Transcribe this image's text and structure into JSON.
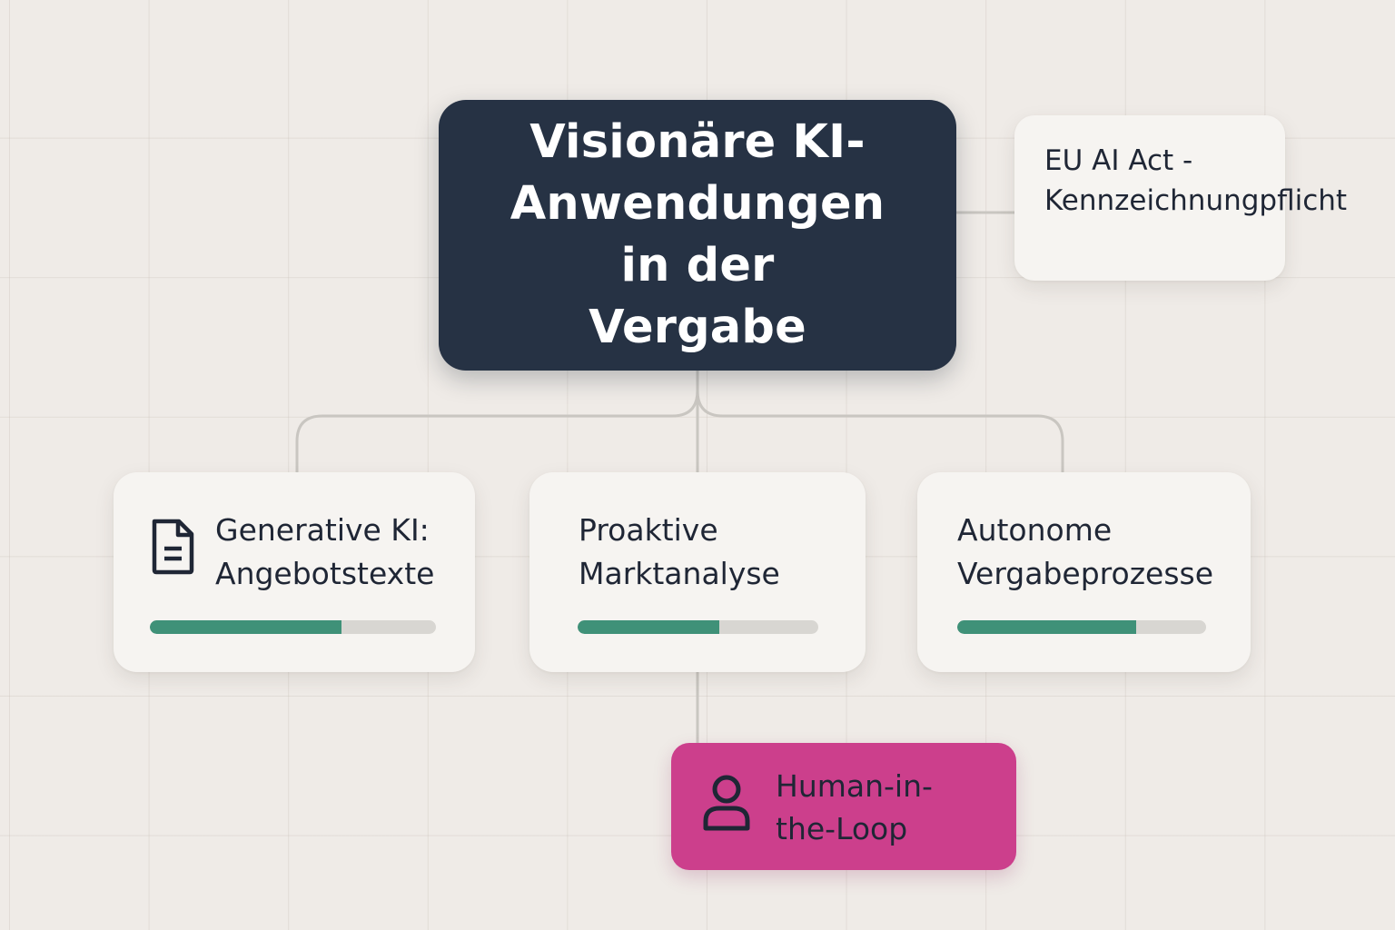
{
  "colors": {
    "background": "#efebe7",
    "main_node": "#263244",
    "card": "#f6f4f1",
    "progress_fill": "#3f9178",
    "progress_track": "#d8d6d2",
    "human_in_the_loop": "#cc3f8c",
    "connector": "#c9c6c1"
  },
  "main": {
    "title": "Visionäre KI-Anwendungen in der Vergabe"
  },
  "side_note": {
    "text": "EU AI Act - Kennzeichnungpflicht"
  },
  "branches": [
    {
      "line1": "Generative KI:",
      "line2": "Angebotstexte",
      "icon": "document-icon",
      "progress": 0.67
    },
    {
      "line1": "Proaktive",
      "line2": "Marktanalyse",
      "icon": "",
      "progress": 0.59
    },
    {
      "line1": "Autonome",
      "line2": "Vergabeprozesse",
      "icon": "",
      "progress": 0.72
    }
  ],
  "human_in_the_loop": {
    "text": "Human-in-the-Loop",
    "icon": "person-icon"
  }
}
